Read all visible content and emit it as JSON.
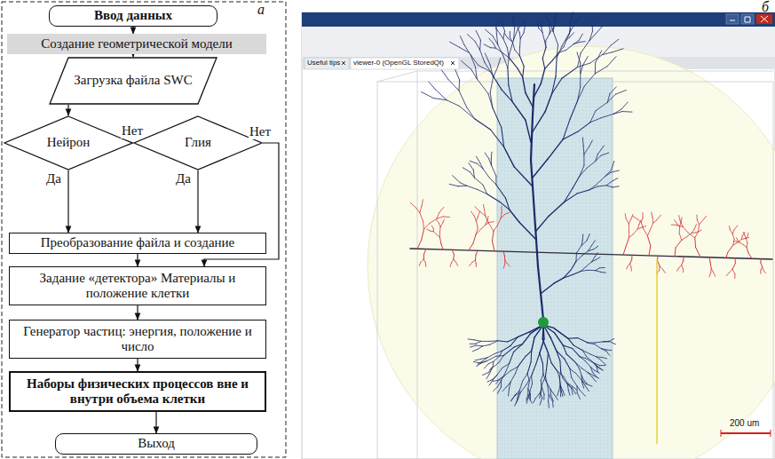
{
  "diagram": {
    "nodes": [
      {
        "text": [
          "Ввод данных"
        ]
      },
      {
        "text": [
          "Создание геометрической модели"
        ]
      },
      {
        "text": [
          "Загрузка файла SWC"
        ]
      },
      {
        "text": [
          "Нейрон"
        ]
      },
      {
        "text": [
          "Глия"
        ]
      },
      {
        "text": [
          "Преобразование файла и создание"
        ]
      },
      {
        "text": [
          "Задание «детектора» Материалы и положение клетки"
        ]
      },
      {
        "text": [
          "Генератор частиц: энергия, положение и число"
        ]
      },
      {
        "text": [
          "Наборы физических процессов вне и внутри объема клетки"
        ]
      },
      {
        "text": [
          "Выход"
        ]
      }
    ],
    "edges": [
      {
        "from": 0,
        "to": 1,
        "arrow": "to"
      },
      {
        "from": 1,
        "to": 2,
        "arrow": "to"
      },
      {
        "from": 2,
        "to": 3,
        "arrow": "to"
      },
      {
        "from": 3,
        "to": 4,
        "label": "Нет",
        "arrow": "to"
      },
      {
        "from": 3,
        "to": 5,
        "label": "Да",
        "arrow": "to"
      },
      {
        "from": 4,
        "to": 5,
        "label": "Да",
        "arrow": "to"
      },
      {
        "from": 4,
        "to": 6,
        "label": "Нет",
        "arrow": "to"
      },
      {
        "from": 5,
        "to": 6,
        "arrow": "to"
      },
      {
        "from": 6,
        "to": 7,
        "arrow": "to"
      },
      {
        "from": 7,
        "to": 8,
        "arrow": "to"
      },
      {
        "from": 8,
        "to": 9,
        "arrow": "to"
      }
    ],
    "labels": [
      "а",
      "б",
      "Useful tips",
      "viewer-0 (OpenGL StoredQt)",
      "200 um"
    ]
  }
}
